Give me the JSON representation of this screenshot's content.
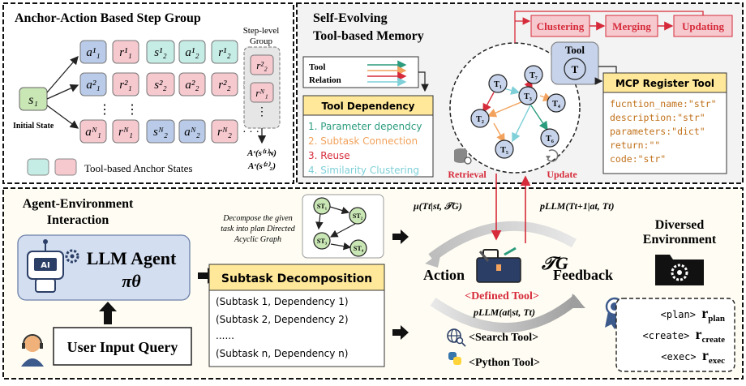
{
  "panel_a": {
    "title": "Anchor-Action Based Step Group",
    "initial_state_label": "Initial State",
    "s1_label": "s₁",
    "rows": [
      [
        "a¹₁",
        "r¹₁",
        "s¹₂",
        "a¹₂",
        "r¹₂"
      ],
      [
        "a²₁",
        "r²₁",
        "s²₂",
        "a²₂",
        "r²₂"
      ],
      [
        "aᴺ₁",
        "rᴺ₁",
        "sᴺ₂",
        "aᴺ₂",
        "rᴺ₂"
      ]
    ],
    "ellipsis_h": "· · ·",
    "ellipsis_v": "⋮",
    "step_group_title_1": "Step-level",
    "step_group_title_2": "Group",
    "step_group_items": [
      "r²₂",
      "rᴺ₁"
    ],
    "adv_1": "Aˢ(s⁽¹⁾ɴ)",
    "adv_2": "Aˢ(s⁽²⁾₂)",
    "legend_label": "Tool-based Anchor States"
  },
  "panel_b": {
    "title_1": "Self-Evolving",
    "title_2": "Tool-based Memory",
    "legend_tool": "Tool",
    "legend_relation": "Relation",
    "pipeline": [
      "Clustering",
      "Merging",
      "Updating"
    ],
    "tool_label": "Tool",
    "tool_node": "T",
    "nodes": [
      "T₁",
      "T₂",
      "T₃",
      "T₄",
      "T₅",
      "T₆",
      "T₇"
    ],
    "dependency_title": "Tool Dependency",
    "dependencies": [
      "1. Parameter dependcy",
      "2. Subtask Connection",
      "3. Reuse",
      "4. Similarity Clustering"
    ],
    "retrieval": "Retrieval",
    "update": "Update",
    "mcp_title": "MCP Register Tool",
    "mcp_lines": [
      "fucntion_name:\"str\"",
      "description:\"str\"",
      "parameters:\"dict\"",
      "return:\"\"",
      "code:\"str\""
    ]
  },
  "panel_c": {
    "agent_env_1": "Agent-Environment",
    "agent_env_2": "Interaction",
    "agent_name": "LLM Agent",
    "agent_policy": "πθ",
    "ai_chip": "AI",
    "user_query": "User Input Query",
    "decompose_note_1": "Decompose the given",
    "decompose_note_2": "task into plan Directed",
    "decompose_note_3": "Acyclic Graph",
    "dag_nodes": [
      "ST₁",
      "ST₂",
      "ST₃",
      "ST₄"
    ],
    "subtask_title": "Subtask Decomposition",
    "subtask_lines": [
      "(Subtask 1, Dependency 1)",
      "(Subtask 2, Dependency 2)",
      "......",
      "(Subtask n, Dependency n)"
    ],
    "formula_top_left": "μ(Tt|st, 𝒯G)",
    "formula_top_right": "pLLM(Tt+1|at, Tt)",
    "formula_bottom": "pLLM(at|st, Tt)",
    "tg_label": "𝒯G",
    "action": "Action",
    "feedback": "Feedback",
    "defined_tool": "<Defined Tool>",
    "search_tool": "<Search Tool>",
    "python_tool": "<Python Tool>",
    "diversed_1": "Diversed",
    "diversed_2": "Environment",
    "rewards": [
      {
        "tag": "<plan>",
        "r": "r",
        "sub": "plan"
      },
      {
        "tag": "<create>",
        "r": "r",
        "sub": "create"
      },
      {
        "tag": "<exec>",
        "r": "r",
        "sub": "exec"
      }
    ]
  },
  "colors": {
    "blue_state": "#b9cbe8",
    "pink_state": "#f6c9cf",
    "teal_state": "#c6ece6",
    "green_state": "#c9e6b5",
    "red_accent": "#d62b3a",
    "yellow_box": "#ffe89a",
    "node_fill": "#c6d3ea"
  }
}
